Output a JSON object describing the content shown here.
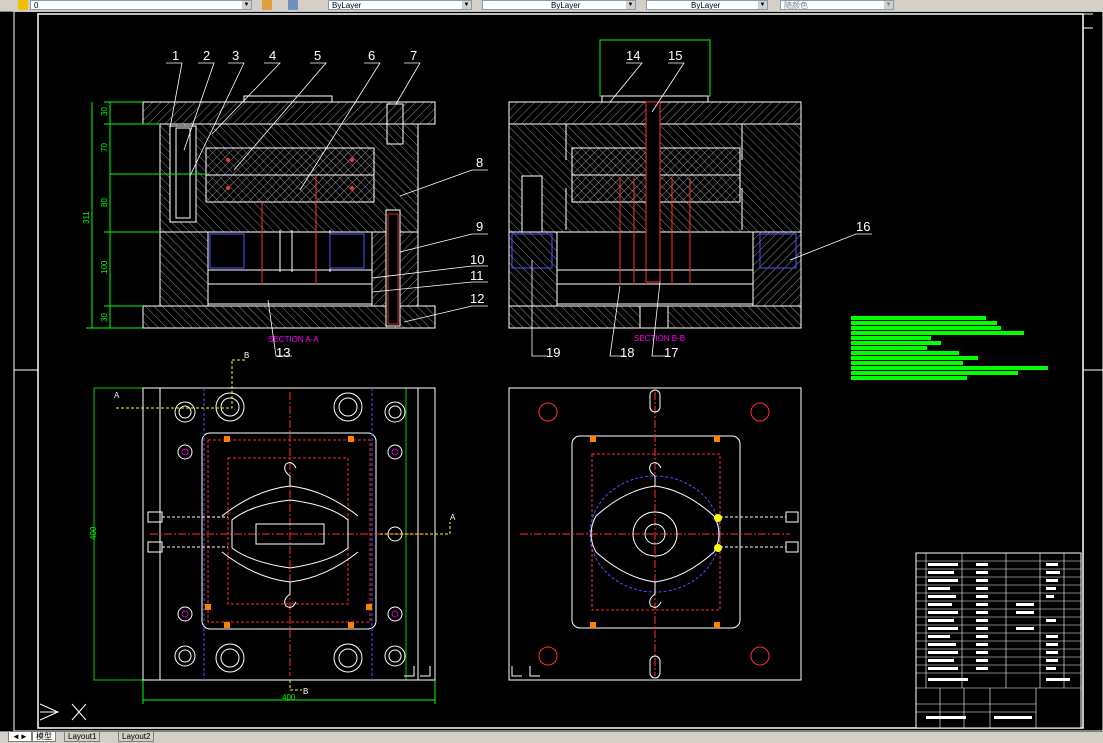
{
  "toolbar": {
    "layer_value": "0",
    "linetype_value": "ByLayer",
    "lineweight_value": "ByLayer",
    "color_value": "ByLayer",
    "plotstyle_value": "随颜色"
  },
  "drawing": {
    "section_aa_label": "SECTION A-A",
    "section_bb_label": "SECTION B-B",
    "part_numbers_left": [
      "1",
      "2",
      "3",
      "4",
      "5",
      "6",
      "7",
      "8",
      "9",
      "10",
      "11",
      "12",
      "13"
    ],
    "part_numbers_right": [
      "14",
      "15",
      "16",
      "17",
      "18",
      "19"
    ],
    "dim_30_top": "30",
    "dim_70": "70",
    "dim_80": "80",
    "dim_100": "100",
    "dim_30_bottom": "30",
    "dim_311": "311",
    "dim_400_vertical": "400",
    "dim_400_horizontal": "400",
    "marker_a": "A",
    "marker_b": "B"
  },
  "tabs": {
    "model": "模型",
    "layout1": "Layout1",
    "layout2": "Layout2"
  },
  "colors": {
    "background": "#000000",
    "line_white": "#ffffff",
    "line_red": "#ff3030",
    "line_green": "#00ff00",
    "line_magenta": "#ff00ff",
    "line_yellow": "#ffff00",
    "line_blue": "#5050ff",
    "line_orange": "#ff8000"
  }
}
